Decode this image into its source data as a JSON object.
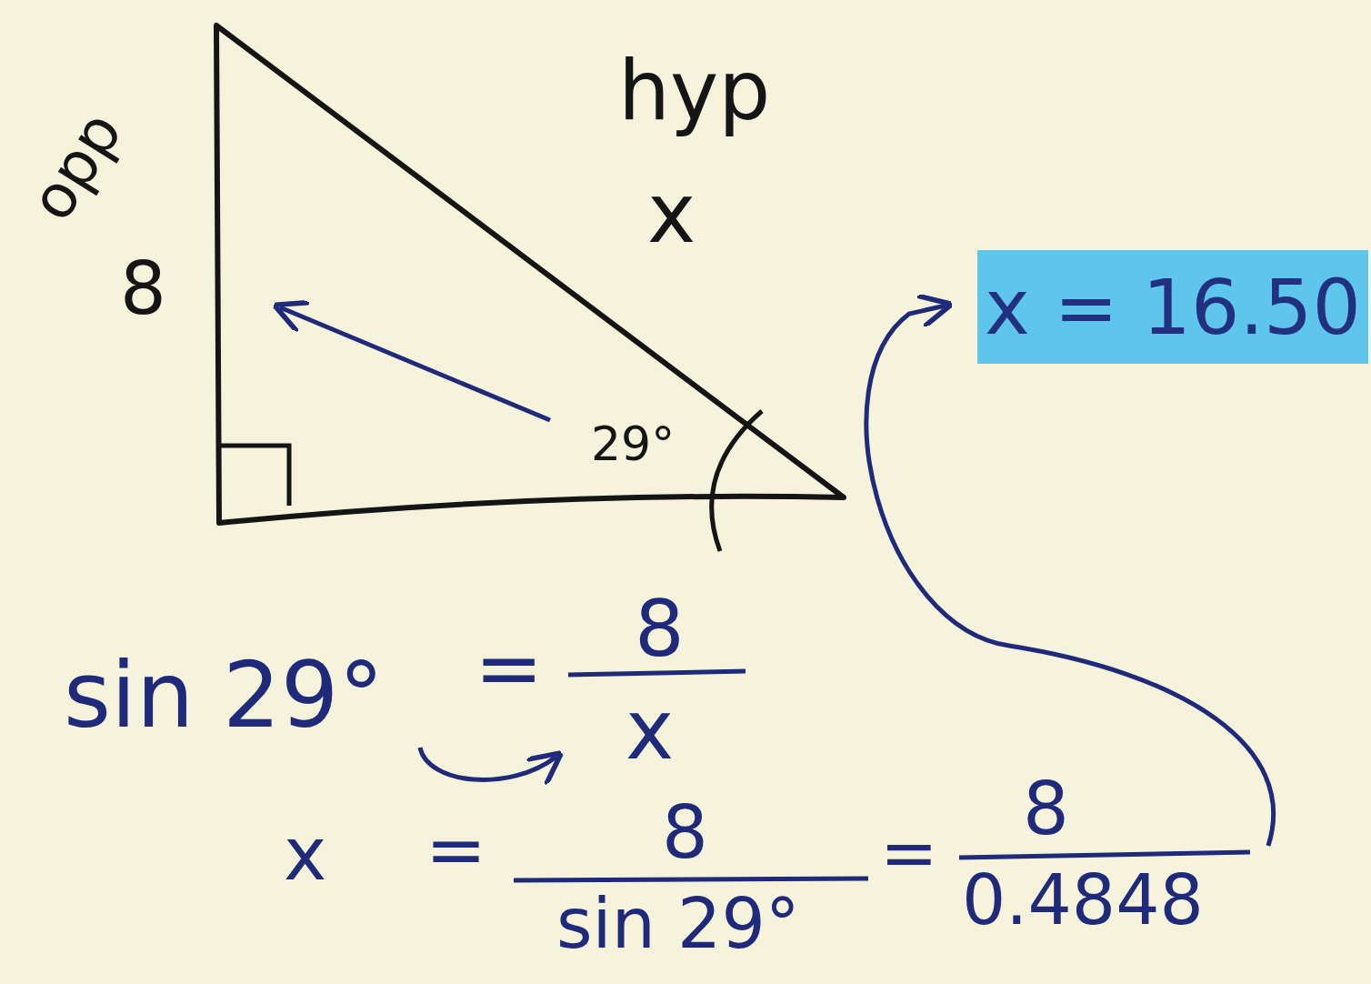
{
  "diagram": {
    "nodes": [
      {
        "text": [
          "x = 16.50"
        ]
      }
    ],
    "labels": [
      "opp",
      "8",
      "hyp",
      "x",
      "29°",
      "sin 29°",
      "=",
      "8",
      "x",
      "x",
      "=",
      "8",
      "sin 29°",
      "=",
      "8",
      "0.4848"
    ]
  }
}
